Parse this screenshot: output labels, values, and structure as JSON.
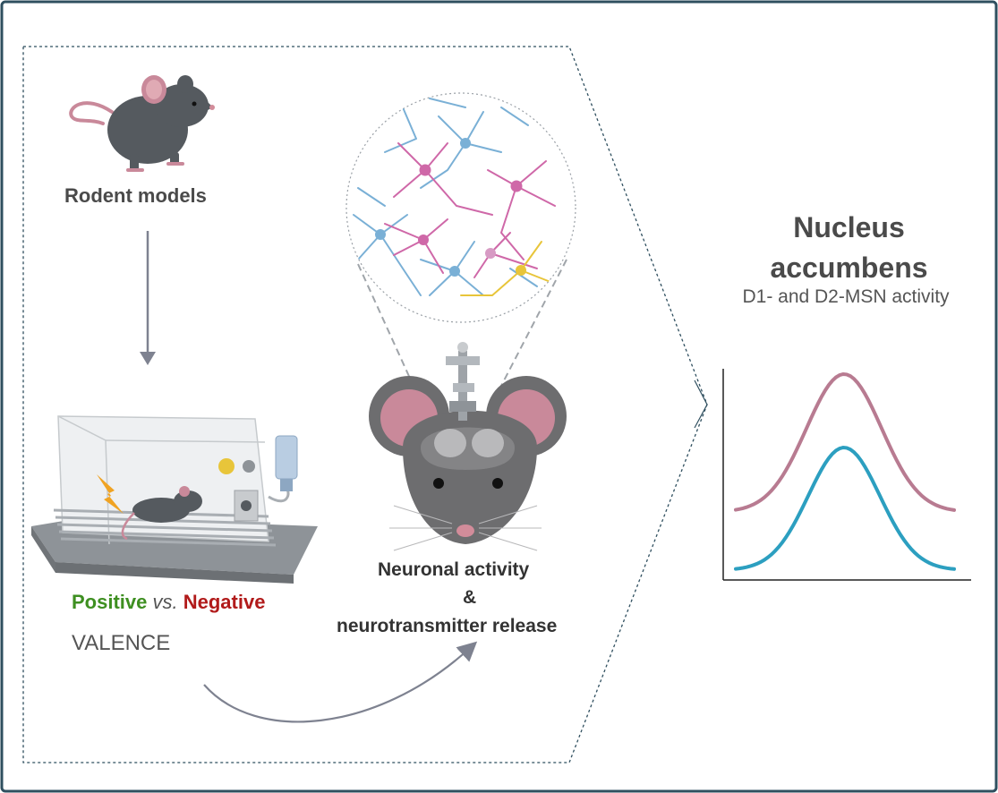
{
  "rodent_models": {
    "label": "Rodent models"
  },
  "valence": {
    "positive": "Positive",
    "vs": "vs.",
    "negative": "Negative",
    "word": "VALENCE",
    "positive_color": "#3e8f21",
    "negative_color": "#b11a1a"
  },
  "neuronal": {
    "line1": "Neuronal activity",
    "line2": "&",
    "line3": "neurotransmitter release"
  },
  "nucleus": {
    "title": "Nucleus accumbens",
    "subtitle": "D1- and D2-MSN activity"
  },
  "curves": [
    {
      "color": "#b87b91"
    },
    {
      "color": "#2c9fc0"
    }
  ],
  "colors": {
    "border": "#2f4f5f",
    "neuron_blue": "#7ab0d6",
    "neuron_pink": "#cf68a8",
    "neuron_yellow": "#e8c53a",
    "arrow": "#7e8290"
  }
}
